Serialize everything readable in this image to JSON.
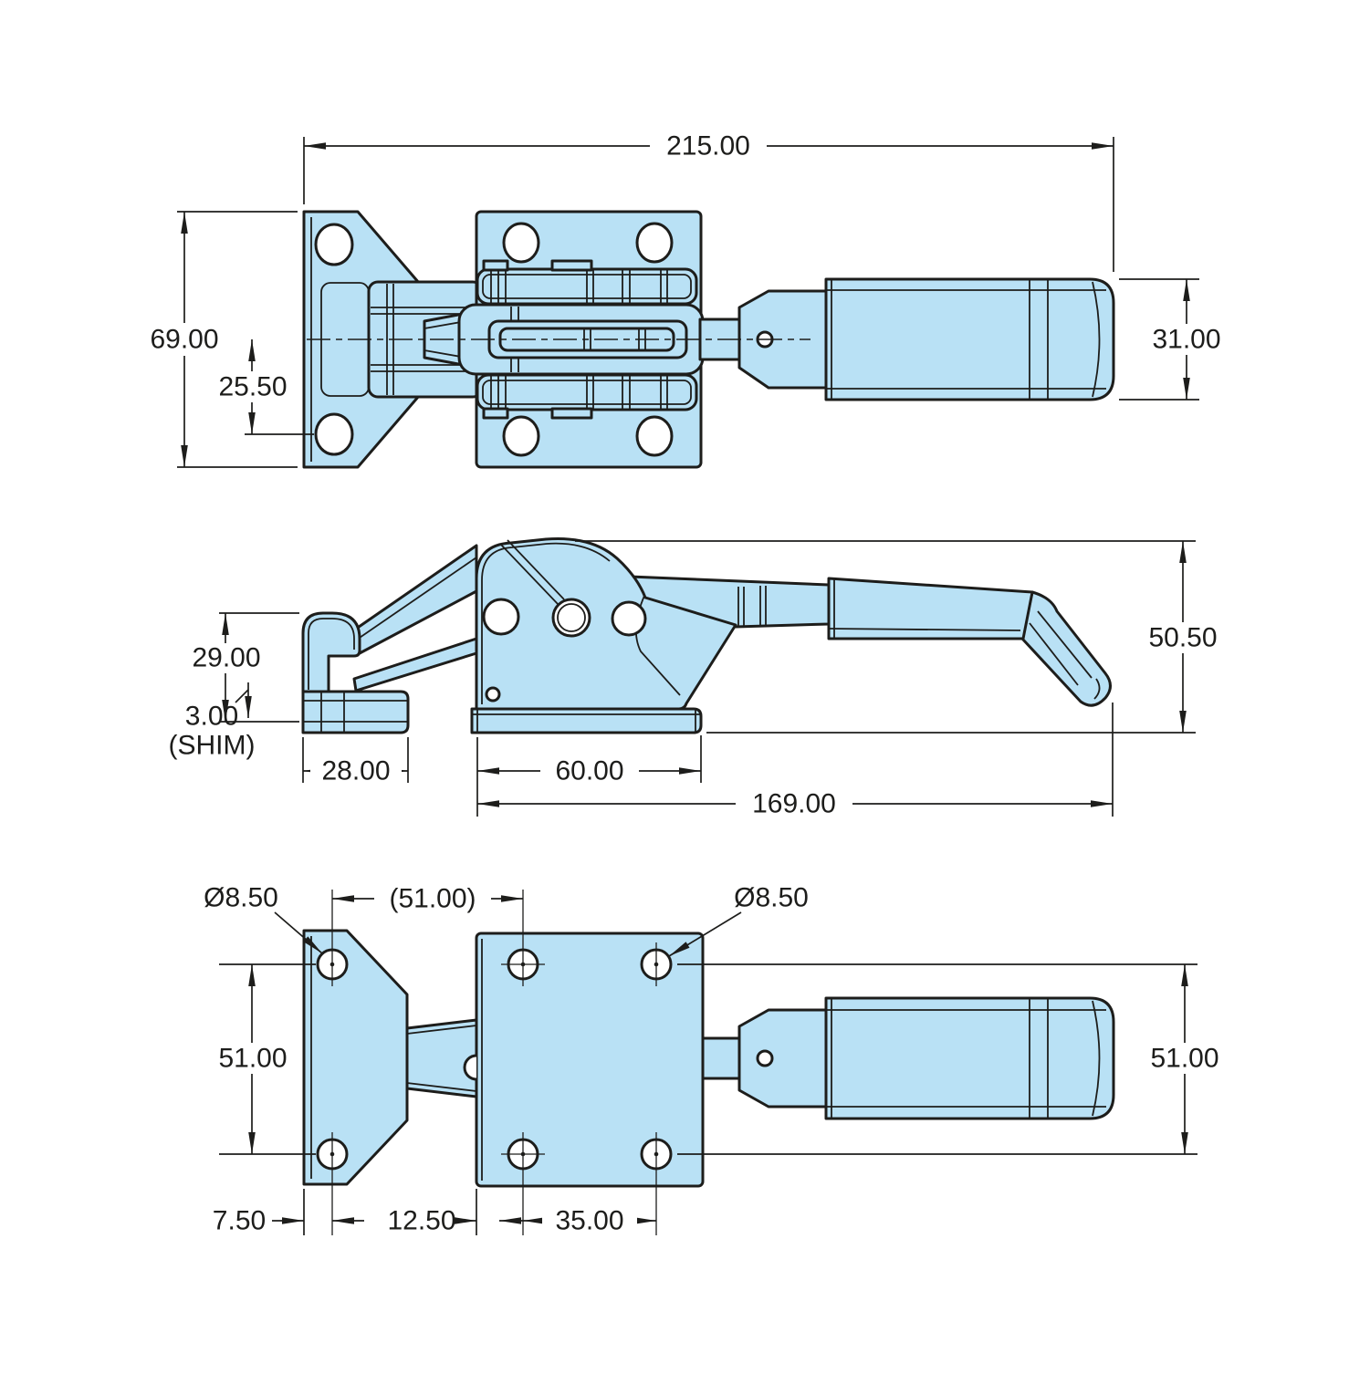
{
  "drawing": {
    "top_view": {
      "overall_width": "215.00",
      "plate_height": "69.00",
      "hole_offset": "25.50",
      "handle_width": "31.00"
    },
    "side_view": {
      "keeper_height": "29.00",
      "shim_thickness": "3.00",
      "shim_note": "(SHIM)",
      "keeper_base_width": "28.00",
      "base_width": "60.00",
      "overall_length": "169.00",
      "handle_drop": "50.50"
    },
    "bottom_view": {
      "hole_dia_left": "Ø8.50",
      "hole_dia_right": "Ø8.50",
      "hole_span_ref": "(51.00)",
      "hole_span_left": "51.00",
      "hole_span_right": "51.00",
      "edge_to_hole": "7.50",
      "edge_to_first_hole": "12.50",
      "hole_pitch": "35.00"
    }
  },
  "colors": {
    "part_fill": "#b9e1f5",
    "line": "#1d1d1b",
    "background": "#ffffff"
  }
}
